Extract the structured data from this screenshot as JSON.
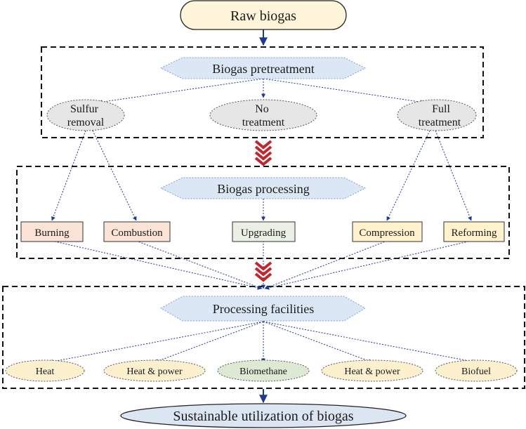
{
  "title": "Raw biogas",
  "footer": "Sustainable utilization of biogas",
  "pretreatment": {
    "label": "Biogas pretreatment",
    "options": {
      "sulfur": [
        "Sulfur",
        "removal"
      ],
      "none": [
        "No",
        "treatment"
      ],
      "full": [
        "Full",
        "treatment"
      ]
    }
  },
  "processing": {
    "label": "Biogas processing",
    "methods": {
      "burning": "Burning",
      "combustion": "Combustion",
      "upgrading": "Upgrading",
      "compression": "Compression",
      "reforming": "Reforming"
    }
  },
  "facilities": {
    "label": "Processing facilities",
    "outputs": {
      "heat": "Heat",
      "heat_power_1": "Heat & power",
      "biomethane": "Biomethane",
      "heat_power_2": "Heat & power",
      "biofuel": "Biofuel"
    }
  },
  "colors": {
    "arrow": "#1f3a8a",
    "chevron": "#c0282d",
    "hexagon_fill": "#dce7f5",
    "hexagon_stroke": "#7b9fd2",
    "gray_ellipse": "#e6e6e6",
    "pink_box": "#fbe3d6",
    "green_box": "#eaf1e4",
    "yellow_box": "#fff2cc",
    "yellow_ellipse": "#fdf0cf",
    "green_ellipse": "#dde9d2",
    "blue_ellipse": "#dbe6f2",
    "top_pill": "#fef4da"
  }
}
